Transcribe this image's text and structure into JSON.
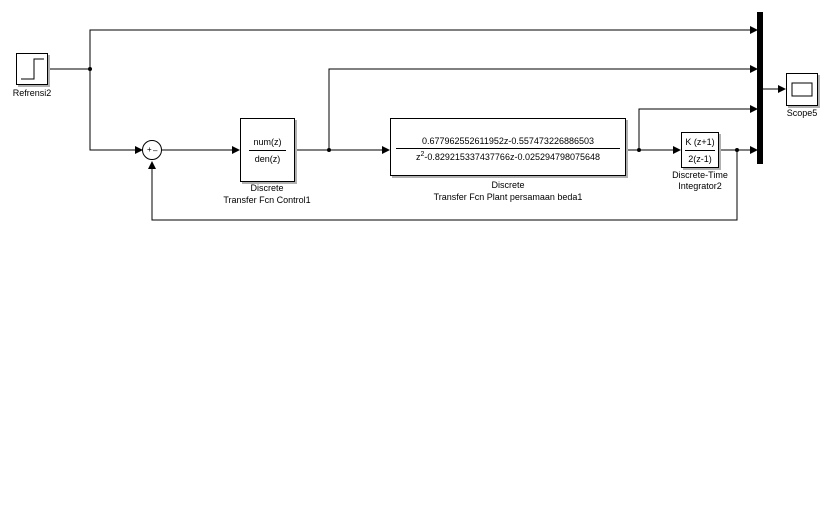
{
  "blocks": {
    "step": {
      "label": "Refrensi2"
    },
    "sum": {
      "plus": "+",
      "minus": "–"
    },
    "controller": {
      "numerator": "num(z)",
      "denominator": "den(z)",
      "label_line1": "Discrete",
      "label_line2": "Transfer Fcn Control1"
    },
    "plant": {
      "numerator": "0.677962552611952z-0.557473226886503",
      "den_prefix": "z",
      "den_exponent": "2",
      "den_rest": "-0.829215337437766z-0.025294798075648",
      "label_line1": "Discrete",
      "label_line2": "Transfer Fcn Plant persamaan beda1"
    },
    "integrator": {
      "numerator": "K (z+1)",
      "denominator": "2(z-1)",
      "label_line1": "Discrete-Time",
      "label_line2": "Integrator2"
    },
    "scope": {
      "label": "Scope5"
    }
  },
  "colors": {
    "line": "#000000",
    "background": "#ffffff",
    "block_shadow": "#b0b0b0"
  },
  "icons": {
    "step": "step-function-icon",
    "scope": "scope-screen-icon"
  }
}
